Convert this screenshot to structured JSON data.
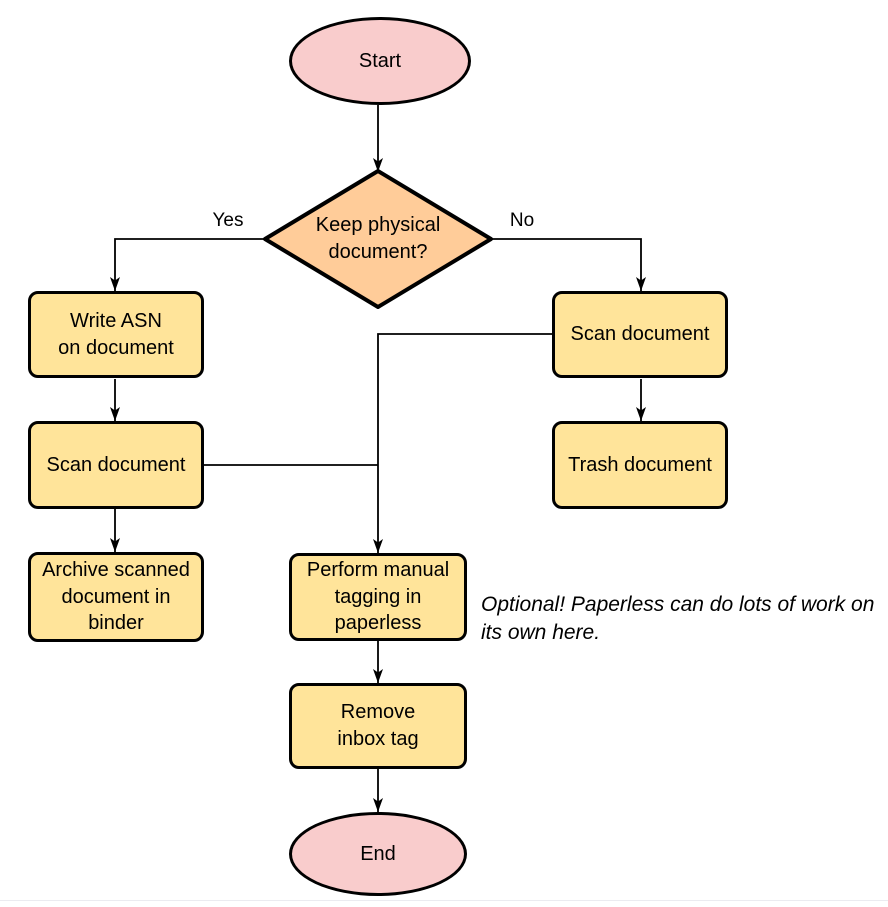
{
  "flowchart": {
    "nodes": {
      "start": {
        "label": "Start",
        "type": "terminal"
      },
      "decision": {
        "label": "Keep physical\ndocument?",
        "type": "decision"
      },
      "write_asn": {
        "label": "Write ASN\non document",
        "type": "process"
      },
      "scan_left": {
        "label": "Scan document",
        "type": "process"
      },
      "archive": {
        "label": "Archive scanned\ndocument in\nbinder",
        "type": "process"
      },
      "scan_right": {
        "label": "Scan document",
        "type": "process"
      },
      "trash": {
        "label": "Trash document",
        "type": "process"
      },
      "tagging": {
        "label": "Perform manual\ntagging in\npaperless",
        "type": "process"
      },
      "remove_inbox": {
        "label": "Remove\ninbox tag",
        "type": "process"
      },
      "end": {
        "label": "End",
        "type": "terminal"
      }
    },
    "edge_labels": {
      "yes": "Yes",
      "no": "No"
    },
    "annotation": "Optional! Paperless can do lots of work on\nits own here.",
    "colors": {
      "terminal_fill": "#f9cccc",
      "decision_fill": "#ffcc99",
      "process_fill": "#ffe49a",
      "stroke": "#000000"
    }
  }
}
